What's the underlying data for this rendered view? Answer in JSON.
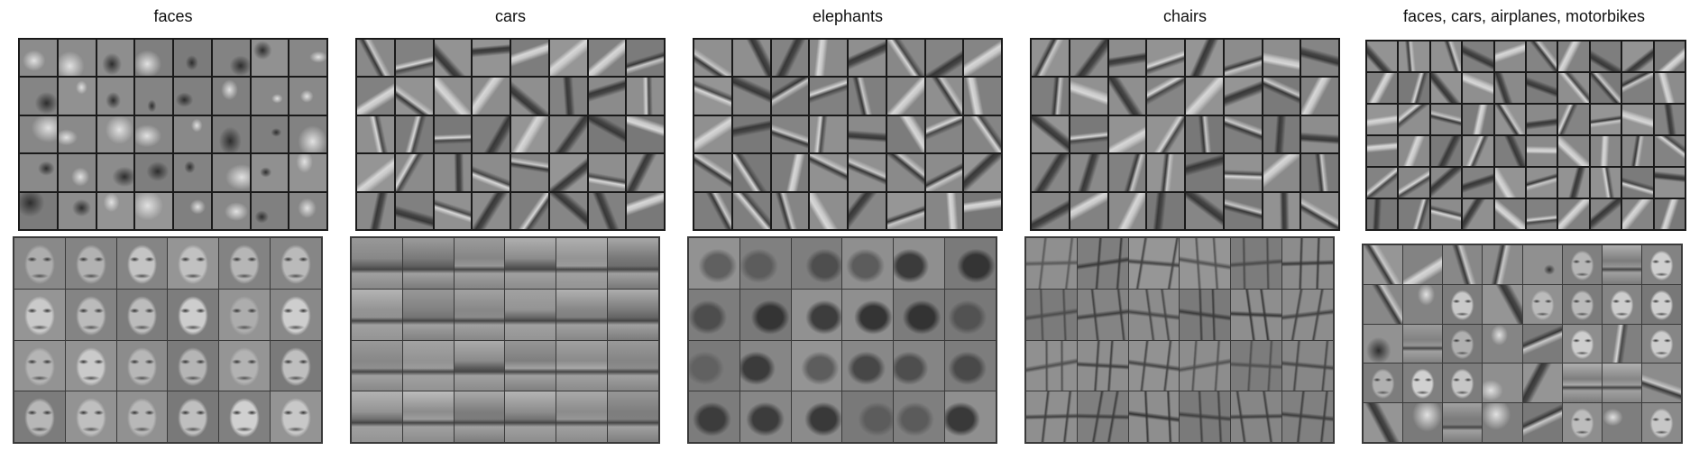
{
  "panels": [
    {
      "title": "faces",
      "feature_grid": {
        "cols": 8,
        "rows": 5
      },
      "object_grid": {
        "cols": 6,
        "rows": 4
      }
    },
    {
      "title": "cars",
      "feature_grid": {
        "cols": 8,
        "rows": 5
      },
      "object_grid": {
        "cols": 6,
        "rows": 4
      }
    },
    {
      "title": "elephants",
      "feature_grid": {
        "cols": 8,
        "rows": 5
      },
      "object_grid": {
        "cols": 6,
        "rows": 4
      }
    },
    {
      "title": "chairs",
      "feature_grid": {
        "cols": 8,
        "rows": 5
      },
      "object_grid": {
        "cols": 6,
        "rows": 4
      }
    },
    {
      "title": "faces, cars, airplanes, motorbikes",
      "feature_grid": {
        "cols": 10,
        "rows": 6
      },
      "object_grid": {
        "cols": 8,
        "rows": 5
      }
    }
  ]
}
